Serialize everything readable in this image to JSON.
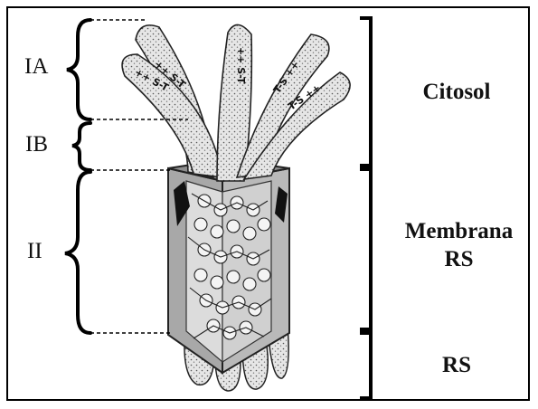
{
  "left_labels": {
    "ia": "IA",
    "ib": "IB",
    "ii": "II"
  },
  "right_labels": {
    "citosol": "Citosol",
    "membrana_line1": "Membrana",
    "membrana_line2": "RS",
    "rs": "RS"
  },
  "helix_labels": {
    "h1": "++ S-T",
    "h2": "++ S-T",
    "h3": "++ S-T",
    "h4": "T-S ++",
    "h5": "T-S ++"
  },
  "colors": {
    "stipple": "#d9d9d9",
    "prism_face": "#9a9a9a",
    "prism_side": "#c8c8c8",
    "ink": "#111111"
  }
}
